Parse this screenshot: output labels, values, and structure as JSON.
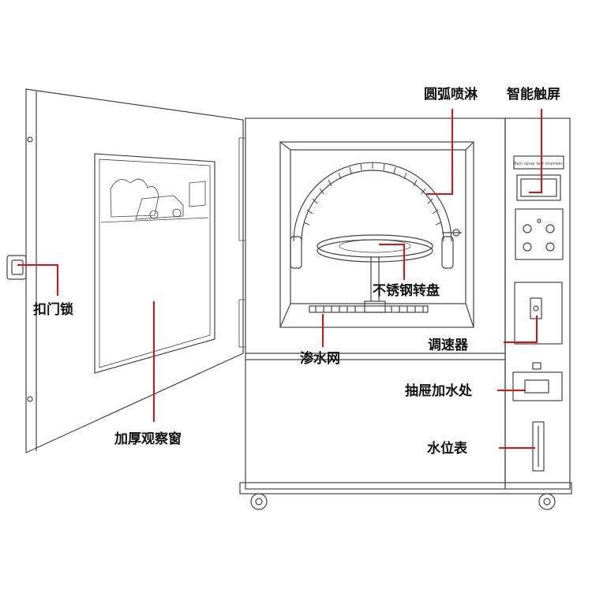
{
  "labels": {
    "door_lock": "扣门锁",
    "window": "加厚观察窗",
    "spray": "圆弧喷淋",
    "touchscreen": "智能触屏",
    "turntable": "不锈钢转盘",
    "drain_net": "渗水网",
    "speed_knob": "调速器",
    "drawer_fill": "抽屉加水处",
    "water_gauge": "水位表"
  },
  "panel_text": {
    "brand_strip": "Rain spray test chamber"
  },
  "colors": {
    "leader": "#e01010",
    "sketch": "#444444",
    "background": "#ffffff"
  }
}
